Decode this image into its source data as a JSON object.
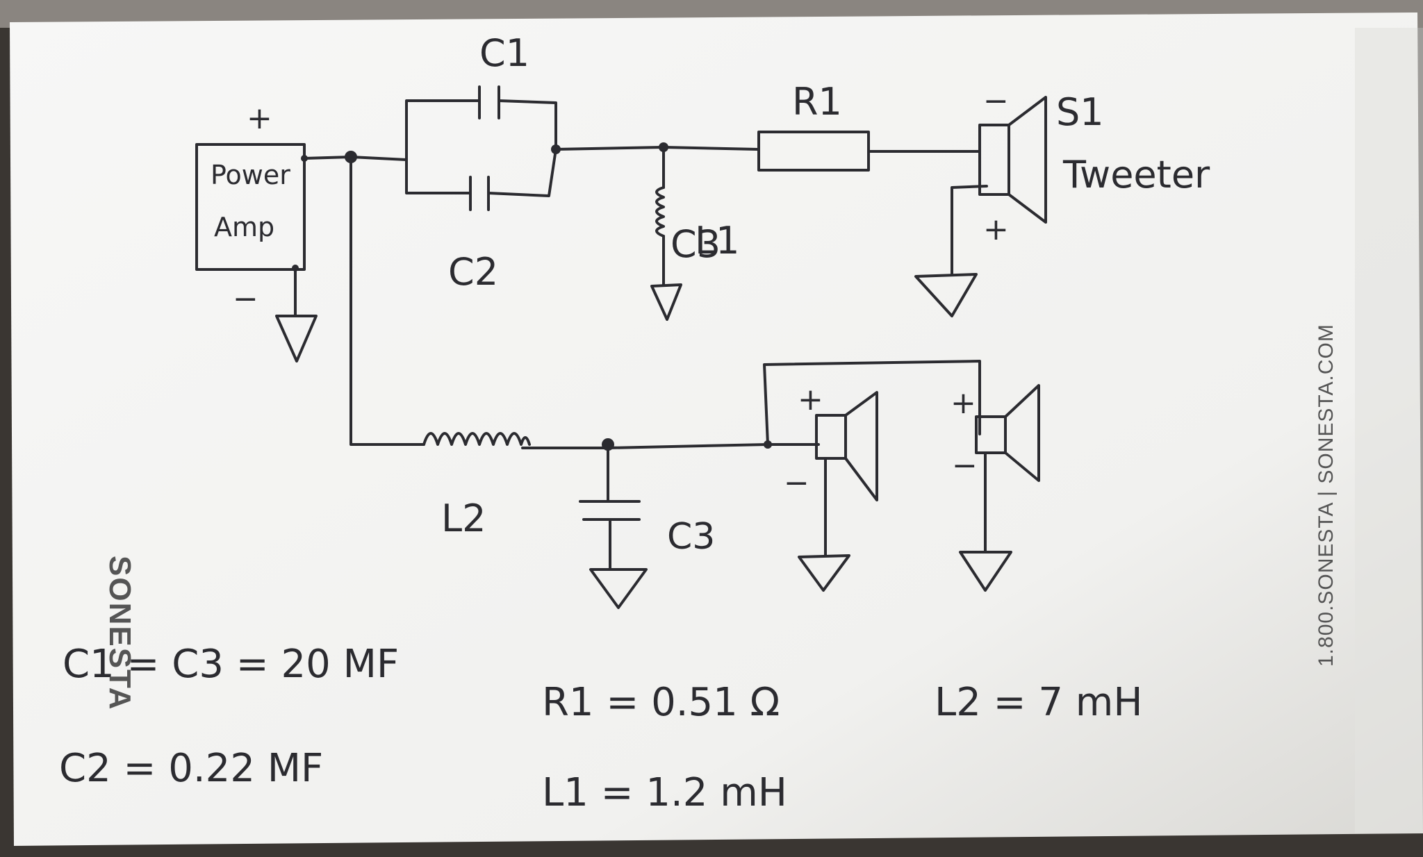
{
  "labels": {
    "c1": "C1",
    "c2": "C2",
    "c3": "C3",
    "r1": "R1",
    "l1": "L1",
    "l2": "L2",
    "s1": "S1",
    "tweeter": "Tweeter",
    "power_amp_line1": "Power",
    "power_amp_line2": "Amp",
    "amp_plus": "+",
    "amp_minus": "−",
    "tw_minus": "−",
    "tw_plus": "+",
    "w1_plus": "+",
    "w1_minus": "−",
    "w2_plus": "+",
    "w2_minus": "−"
  },
  "values": {
    "line1": "C1 = C3 = 20 MF",
    "line2": "C2 = 0.22 MF",
    "line3": "R1 = 0.51 Ω",
    "line4": "L1 = 1.2 mH",
    "line5": "L2 = 7 mH"
  },
  "branding": {
    "logo": "SONESTA",
    "side_text": "1.800.SONESTA  |  SONESTA.COM"
  },
  "colors": {
    "ink": "#2b2b30",
    "card": "#f4f4f2",
    "background": "#3a3632"
  }
}
